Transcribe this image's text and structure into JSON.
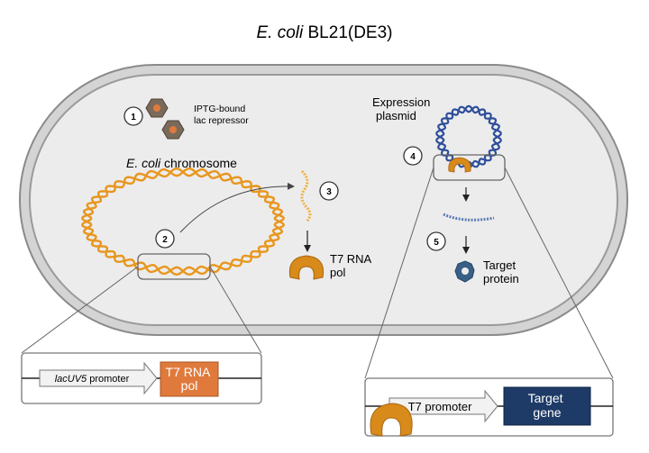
{
  "title": {
    "italic": "E. coli",
    "rest": " BL21(DE3)"
  },
  "steps": [
    "1",
    "2",
    "3",
    "4",
    "5"
  ],
  "labels": {
    "repressor_line1": "IPTG-bound",
    "repressor_line2": "lac repressor",
    "chromosome_italic": "E. coli",
    "chromosome_rest": " chromosome",
    "t7pol_line1": "T7 RNA",
    "t7pol_line2": "pol",
    "plasmid_line1": "Expression",
    "plasmid_line2": "plasmid",
    "protein_line1": "Target",
    "protein_line2": "protein"
  },
  "left_construct": {
    "promoter_italic": "lacUV5",
    "promoter_rest": " promoter",
    "gene_line1": "T7 RNA",
    "gene_line2": "pol"
  },
  "right_construct": {
    "promoter": "T7 promoter",
    "gene_line1": "Target",
    "gene_line2": "gene"
  },
  "colors": {
    "chromosome": "#e8961e",
    "plasmid": "#2f4f9a",
    "t7_gene_box": "#e07a3c",
    "target_gene_box": "#1e3a66",
    "protein": "#3a5f86",
    "cell_membrane": "#8a8a8a",
    "cell_interior": "#ececec"
  }
}
